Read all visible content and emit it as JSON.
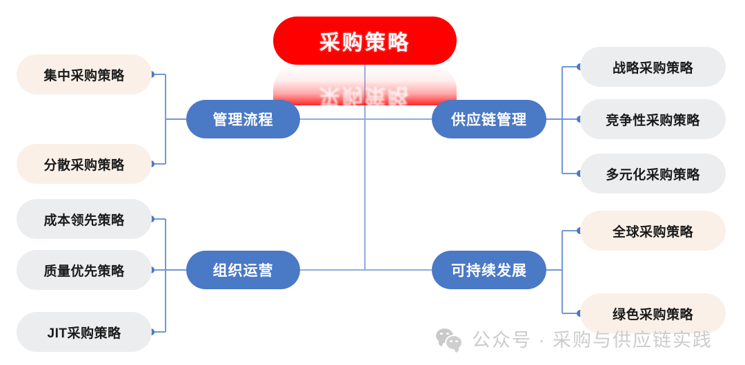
{
  "diagram": {
    "title": "采购策略",
    "root": {
      "label": "采购策略",
      "color": "#ff0000",
      "text_color": "#ffffff"
    },
    "branch_color": "#4a79c6",
    "connector_color": "#4a79c6",
    "leaf_colors": {
      "cream": "#faf0e8",
      "gray": "#ecedef"
    },
    "branches": [
      {
        "id": "management-process",
        "label": "管理流程",
        "side": "left",
        "leaf_style": "cream",
        "leaves": [
          {
            "label": "集中采购策略"
          },
          {
            "label": "分散采购策略"
          }
        ]
      },
      {
        "id": "organization-operations",
        "label": "组织运营",
        "side": "left",
        "leaf_style": "gray",
        "leaves": [
          {
            "label": "成本领先策略"
          },
          {
            "label": "质量优先策略"
          },
          {
            "label": "JIT采购策略"
          }
        ]
      },
      {
        "id": "supply-chain-management",
        "label": "供应链管理",
        "side": "right",
        "leaf_style": "gray",
        "leaves": [
          {
            "label": "战略采购策略"
          },
          {
            "label": "竞争性采购策略"
          },
          {
            "label": "多元化采购策略"
          }
        ]
      },
      {
        "id": "sustainable-development",
        "label": "可持续发展",
        "side": "right",
        "leaf_style": "cream",
        "leaves": [
          {
            "label": "全球采购策略"
          },
          {
            "label": "绿色采购策略"
          }
        ]
      }
    ]
  },
  "watermark": {
    "icon": "wechat-icon",
    "text": "公众号 · 采购与供应链实践",
    "color": "#cccccc"
  }
}
